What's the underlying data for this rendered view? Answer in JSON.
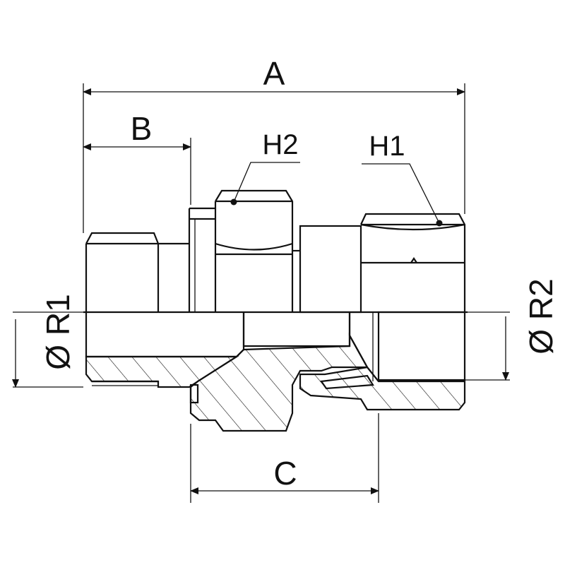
{
  "dimensions": {
    "a": "A",
    "b": "B",
    "c": "C",
    "h1": "H1",
    "h2": "H2",
    "r1": "Ø R1",
    "r2": "Ø R2"
  }
}
